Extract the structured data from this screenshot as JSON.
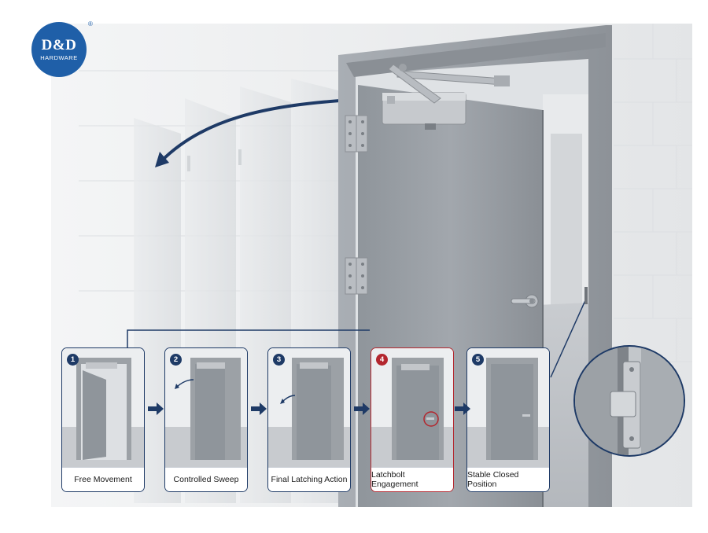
{
  "brand": {
    "name": "D&D",
    "subtitle": "HARDWARE",
    "registered_mark": "®"
  },
  "steps": [
    {
      "number": "1",
      "label": "Free Movement"
    },
    {
      "number": "2",
      "label": "Controlled Sweep"
    },
    {
      "number": "3",
      "label": "Final Latching Action"
    },
    {
      "number": "4",
      "label": "Latchbolt Engagement"
    },
    {
      "number": "5",
      "label": "Stable Closed Position"
    }
  ],
  "colors": {
    "navy": "#1e3a66",
    "highlight_red": "#b3262e",
    "logo_blue": "#1f5fa8",
    "door_gray": "#8e9399",
    "frame_gray": "#9ca1a7"
  }
}
